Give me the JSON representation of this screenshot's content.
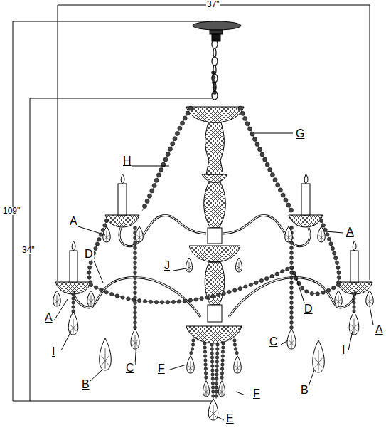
{
  "diagram": {
    "labels": [
      "37\"",
      "109\"",
      "34\"",
      "G",
      "H",
      "A",
      "A",
      "D",
      "J",
      "D",
      "A",
      "A",
      "C",
      "I",
      "I",
      "C",
      "F",
      "B",
      "B",
      "F",
      "E"
    ]
  }
}
